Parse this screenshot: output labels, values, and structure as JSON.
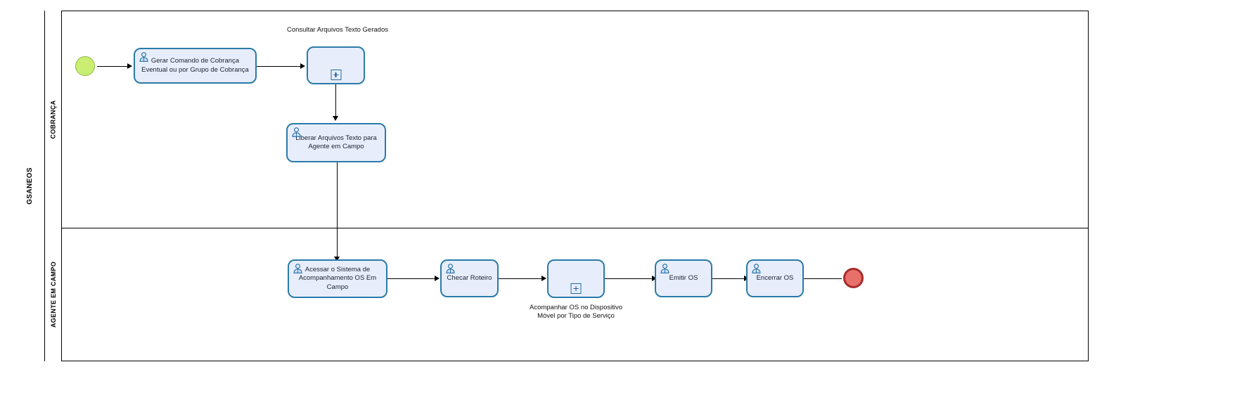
{
  "diagram": {
    "type": "bpmn-process",
    "pool": {
      "name": "GSANEOS"
    },
    "lanes": [
      {
        "id": "cobranca",
        "name": "COBRANÇA"
      },
      {
        "id": "agente",
        "name": "AGENTE EM CAMPO"
      }
    ],
    "events": [
      {
        "id": "start",
        "kind": "start-event",
        "lane": "cobranca",
        "label": ""
      },
      {
        "id": "end",
        "kind": "end-event",
        "lane": "agente",
        "label": ""
      }
    ],
    "tasks": [
      {
        "id": "t1",
        "kind": "user-task",
        "lane": "cobranca",
        "label": "Gerar Comando de Cobrança\nEventual ou por Grupo de Cobrança"
      },
      {
        "id": "sp1",
        "kind": "collapsed-subprocess",
        "lane": "cobranca",
        "label": "",
        "external_label": "Consultar Arquivos Texto Gerados"
      },
      {
        "id": "t2",
        "kind": "user-task",
        "lane": "cobranca",
        "label": "Liberar Arquivos Texto para\nAgente em Campo"
      },
      {
        "id": "t3",
        "kind": "user-task",
        "lane": "agente",
        "label": "Acessar o Sistema de\nAcompanhamento OS Em\nCampo"
      },
      {
        "id": "t4",
        "kind": "user-task",
        "lane": "agente",
        "label": "Checar Roteiro"
      },
      {
        "id": "sp2",
        "kind": "collapsed-subprocess",
        "lane": "agente",
        "label": "",
        "external_label": "Acompanhar OS no Dispositivo\nMóvel por Tipo de Serviço"
      },
      {
        "id": "t5",
        "kind": "user-task",
        "lane": "agente",
        "label": "Emitir OS"
      },
      {
        "id": "t6",
        "kind": "user-task",
        "lane": "agente",
        "label": "Encerrar OS"
      }
    ],
    "flows": [
      {
        "from": "start",
        "to": "t1"
      },
      {
        "from": "t1",
        "to": "sp1"
      },
      {
        "from": "sp1",
        "to": "t2"
      },
      {
        "from": "t2",
        "to": "t3"
      },
      {
        "from": "t3",
        "to": "t4"
      },
      {
        "from": "t4",
        "to": "sp2"
      },
      {
        "from": "sp2",
        "to": "t5"
      },
      {
        "from": "t5",
        "to": "t6"
      },
      {
        "from": "t6",
        "to": "end"
      }
    ],
    "colors": {
      "task_fill": "#e8edfb",
      "task_stroke": "#2a7ba8",
      "start_fill": "#c9ee72",
      "start_stroke": "#8cb742",
      "end_fill": "#e8706a",
      "end_stroke": "#a82c2c",
      "connector": "#000000",
      "lane_stroke": "#000000"
    }
  }
}
